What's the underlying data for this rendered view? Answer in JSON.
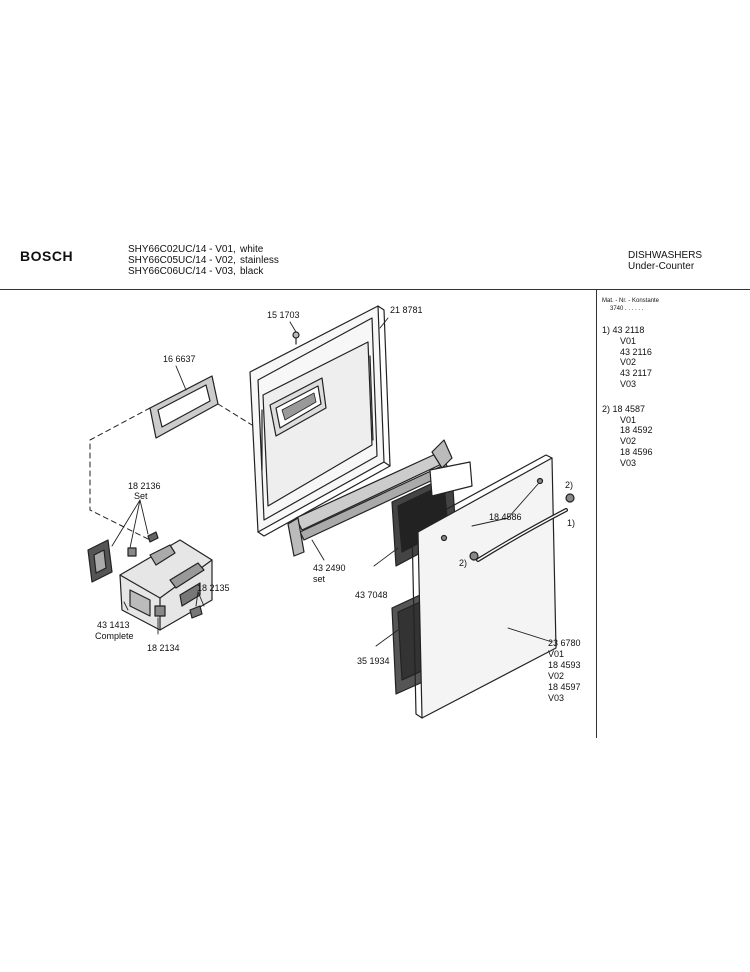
{
  "header": {
    "brand": "BOSCH",
    "models": [
      {
        "name": "SHY66C02UC/14 - V01,",
        "color": "white"
      },
      {
        "name": "SHY66C05UC/14 - V02,",
        "color": "stainless"
      },
      {
        "name": "SHY66C06UC/14 - V03,",
        "color": "black"
      }
    ],
    "category": [
      "DISHWASHERS",
      "Under-Counter"
    ]
  },
  "sidebar": {
    "title": "Mat. - Nr. - Konstante",
    "subtitle": "3740 . . . . . .",
    "groups": [
      {
        "lines": [
          "1) 43 2118",
          "V01",
          "43 2116",
          "V02",
          "43 2117",
          "V03"
        ]
      },
      {
        "lines": [
          "2) 18 4587",
          "V01",
          "18 4592",
          "V02",
          "18 4596",
          "V03"
        ]
      }
    ]
  },
  "labels": {
    "p151703": "15 1703",
    "p218781": "21 8781",
    "p166637": "16 6637",
    "p182136": "18 2136",
    "p182136_set": "Set",
    "p182135": "18 2135",
    "p431413": "43 1413",
    "p431413_complete": "Complete",
    "p182134": "18 2134",
    "p432490": "43 2490",
    "p432490_set": "set",
    "p437048": "43 7048",
    "p351934": "35 1934",
    "p184586": "18 4586",
    "mark1": "1)",
    "mark2a": "2)",
    "mark2b": "2)",
    "p236780": "23 6780",
    "v01": "V01",
    "p184593": "18 4593",
    "v02": "V02",
    "p184597": "18 4597",
    "v03": "V03"
  }
}
